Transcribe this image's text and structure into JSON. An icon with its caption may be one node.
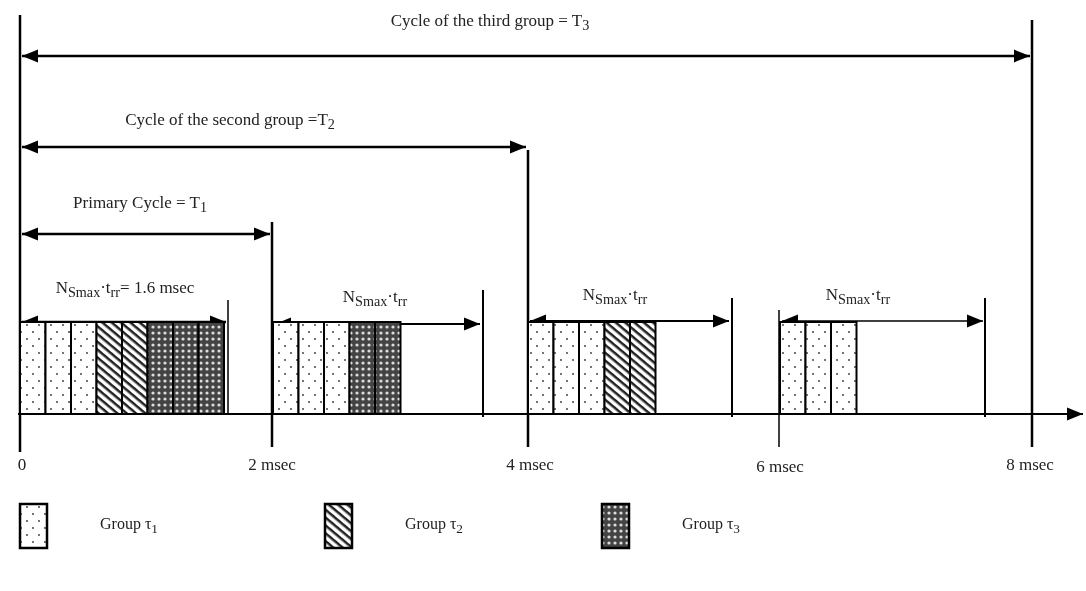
{
  "diagram": {
    "labels": [
      "Cycle of the third group = T$_{3}$",
      "Cycle of the second group =T$_{2}$",
      "Primary Cycle = T$_{1}$",
      "N$_{Smax}$·t$_{rr}$= 1.6 msec",
      "N$_{Smax}$·t$_{rr}$",
      "N$_{Smax}$·t$_{rr}$",
      "N$_{Smax}$·t$_{rr}$",
      "0",
      "2 msec",
      "4 msec",
      "6 msec",
      "8 msec"
    ],
    "legend": [
      {
        "text": "Group τ$_{1}$"
      },
      {
        "text": "Group τ$_{2}$"
      },
      {
        "text": "Group τ$_{3}$"
      }
    ]
  }
}
